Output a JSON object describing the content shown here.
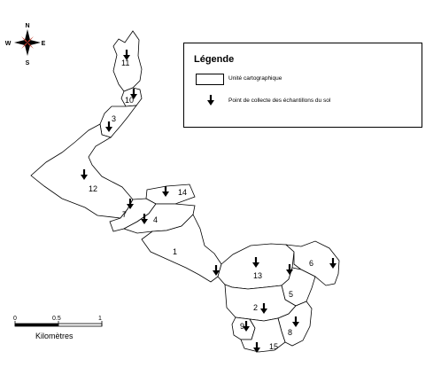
{
  "legend": {
    "title": "Légende",
    "unit_label": "Unité cartographique",
    "point_label": "Point de collecte des échantillons  du sol"
  },
  "compass": {
    "north": "N",
    "south": "S",
    "east": "E",
    "west": "W"
  },
  "scale": {
    "ticks": [
      "0",
      "0.5",
      "1"
    ],
    "unit": "Kilomètres"
  },
  "units": [
    "1",
    "2",
    "3",
    "4",
    "5",
    "6",
    "7",
    "8",
    "9",
    "10",
    "11",
    "12",
    "13",
    "14",
    "15"
  ],
  "colors": {
    "ink": "#000000",
    "compass_accent": "#c0392b"
  }
}
